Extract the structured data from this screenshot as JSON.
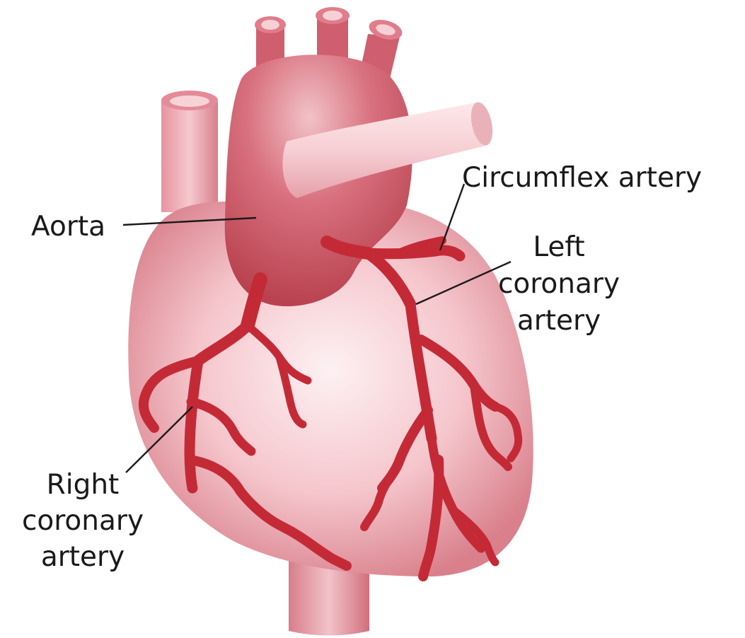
{
  "labels": {
    "aorta": "Aorta",
    "circumflex": "Circumflex artery",
    "left_coronary": [
      "Left",
      "coronary",
      "artery"
    ],
    "right_coronary": [
      "Right",
      "coronary",
      "artery"
    ]
  },
  "colors": {
    "artery": "#c42a36",
    "heart_light": "#fbe6e9",
    "heart_mid": "#f0aeb6",
    "heart_dark": "#d97f8b",
    "aorta_dark": "#c04d5c",
    "label_text": "#1a1a1a",
    "background": "#ffffff"
  }
}
